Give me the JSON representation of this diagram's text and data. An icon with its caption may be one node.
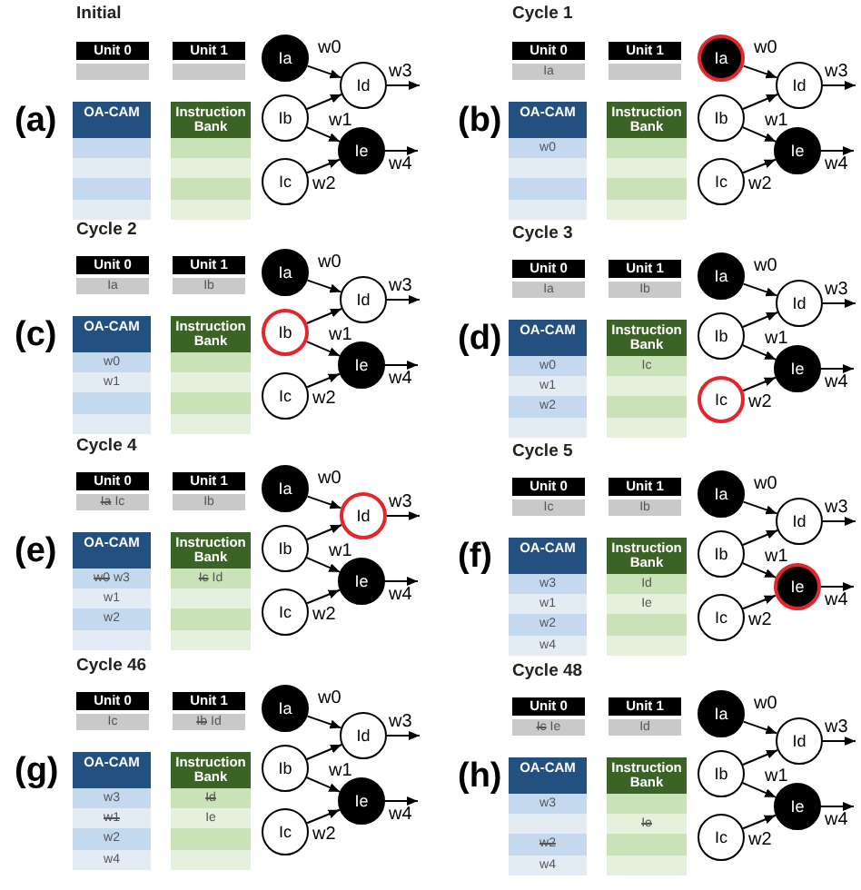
{
  "diagram": {
    "nodes": [
      {
        "text": [
          "Ia"
        ]
      },
      {
        "text": [
          "Ib"
        ]
      },
      {
        "text": [
          "Ic"
        ]
      },
      {
        "text": [
          "Id"
        ]
      },
      {
        "text": [
          "Ie"
        ]
      },
      {
        "text": [
          "Ia"
        ]
      },
      {
        "text": [
          "Ib"
        ]
      },
      {
        "text": [
          "Ic"
        ]
      },
      {
        "text": [
          "Id"
        ]
      },
      {
        "text": [
          "Ie"
        ]
      },
      {
        "text": [
          "Ia"
        ]
      },
      {
        "text": [
          "Ib"
        ]
      },
      {
        "text": [
          "Ic"
        ]
      },
      {
        "text": [
          "Id"
        ]
      },
      {
        "text": [
          "Ie"
        ]
      },
      {
        "text": [
          "Ia"
        ]
      },
      {
        "text": [
          "Ib"
        ]
      },
      {
        "text": [
          "Ic"
        ]
      },
      {
        "text": [
          "Id"
        ]
      },
      {
        "text": [
          "Ie"
        ]
      },
      {
        "text": [
          "Ia"
        ]
      },
      {
        "text": [
          "Ib"
        ]
      },
      {
        "text": [
          "Ic"
        ]
      },
      {
        "text": [
          "Id"
        ]
      },
      {
        "text": [
          "Ie"
        ]
      },
      {
        "text": [
          "Ia"
        ]
      },
      {
        "text": [
          "Ib"
        ]
      },
      {
        "text": [
          "Ic"
        ]
      },
      {
        "text": [
          "Id"
        ]
      },
      {
        "text": [
          "Ie"
        ]
      },
      {
        "text": [
          "Ia"
        ]
      },
      {
        "text": [
          "Ib"
        ]
      },
      {
        "text": [
          "Ic"
        ]
      },
      {
        "text": [
          "Id"
        ]
      },
      {
        "text": [
          "Ie"
        ]
      },
      {
        "text": [
          "Ia"
        ]
      },
      {
        "text": [
          "Ib"
        ]
      },
      {
        "text": [
          "Ic"
        ]
      },
      {
        "text": [
          "Id"
        ]
      },
      {
        "text": [
          "Ie"
        ]
      }
    ],
    "edges": [
      {
        "from": 0,
        "to": 3,
        "arrow": "to",
        "label": "w0"
      },
      {
        "from": 1,
        "to": 3,
        "arrow": "to"
      },
      {
        "from": 1,
        "to": 4,
        "arrow": "to",
        "label": "w1"
      },
      {
        "from": 2,
        "to": 4,
        "arrow": "to",
        "label": "w2"
      },
      {
        "from": 3,
        "to": null,
        "arrow": "to",
        "label": "w3"
      },
      {
        "from": 4,
        "to": null,
        "arrow": "to",
        "label": "w4"
      },
      {
        "from": 5,
        "to": 8,
        "arrow": "to",
        "label": "w0"
      },
      {
        "from": 6,
        "to": 8,
        "arrow": "to"
      },
      {
        "from": 6,
        "to": 9,
        "arrow": "to",
        "label": "w1"
      },
      {
        "from": 7,
        "to": 9,
        "arrow": "to",
        "label": "w2"
      },
      {
        "from": 8,
        "to": null,
        "arrow": "to",
        "label": "w3"
      },
      {
        "from": 9,
        "to": null,
        "arrow": "to",
        "label": "w4"
      },
      {
        "from": 10,
        "to": 13,
        "arrow": "to",
        "label": "w0"
      },
      {
        "from": 11,
        "to": 13,
        "arrow": "to"
      },
      {
        "from": 11,
        "to": 14,
        "arrow": "to",
        "label": "w1"
      },
      {
        "from": 12,
        "to": 14,
        "arrow": "to",
        "label": "w2"
      },
      {
        "from": 13,
        "to": null,
        "arrow": "to",
        "label": "w3"
      },
      {
        "from": 14,
        "to": null,
        "arrow": "to",
        "label": "w4"
      },
      {
        "from": 15,
        "to": 18,
        "arrow": "to",
        "label": "w0"
      },
      {
        "from": 16,
        "to": 18,
        "arrow": "to"
      },
      {
        "from": 16,
        "to": 19,
        "arrow": "to",
        "label": "w1"
      },
      {
        "from": 17,
        "to": 19,
        "arrow": "to",
        "label": "w2"
      },
      {
        "from": 18,
        "to": null,
        "arrow": "to",
        "label": "w3"
      },
      {
        "from": 19,
        "to": null,
        "arrow": "to",
        "label": "w4"
      },
      {
        "from": 20,
        "to": 23,
        "arrow": "to",
        "label": "w0"
      },
      {
        "from": 21,
        "to": 23,
        "arrow": "to"
      },
      {
        "from": 21,
        "to": 24,
        "arrow": "to",
        "label": "w1"
      },
      {
        "from": 22,
        "to": 24,
        "arrow": "to",
        "label": "w2"
      },
      {
        "from": 23,
        "to": null,
        "arrow": "to",
        "label": "w3"
      },
      {
        "from": 24,
        "to": null,
        "arrow": "to",
        "label": "w4"
      },
      {
        "from": 25,
        "to": 28,
        "arrow": "to",
        "label": "w0"
      },
      {
        "from": 26,
        "to": 28,
        "arrow": "to"
      },
      {
        "from": 26,
        "to": 29,
        "arrow": "to",
        "label": "w1"
      },
      {
        "from": 27,
        "to": 29,
        "arrow": "to",
        "label": "w2"
      },
      {
        "from": 28,
        "to": null,
        "arrow": "to",
        "label": "w3"
      },
      {
        "from": 29,
        "to": null,
        "arrow": "to",
        "label": "w4"
      },
      {
        "from": 30,
        "to": 33,
        "arrow": "to",
        "label": "w0"
      },
      {
        "from": 31,
        "to": 33,
        "arrow": "to"
      },
      {
        "from": 31,
        "to": 34,
        "arrow": "to",
        "label": "w1"
      },
      {
        "from": 32,
        "to": 34,
        "arrow": "to",
        "label": "w2"
      },
      {
        "from": 33,
        "to": null,
        "arrow": "to",
        "label": "w3"
      },
      {
        "from": 34,
        "to": null,
        "arrow": "to",
        "label": "w4"
      },
      {
        "from": 35,
        "to": 38,
        "arrow": "to",
        "label": "w0"
      },
      {
        "from": 36,
        "to": 38,
        "arrow": "to"
      },
      {
        "from": 36,
        "to": 39,
        "arrow": "to",
        "label": "w1"
      },
      {
        "from": 37,
        "to": 39,
        "arrow": "to",
        "label": "w2"
      },
      {
        "from": 38,
        "to": null,
        "arrow": "to",
        "label": "w3"
      },
      {
        "from": 39,
        "to": null,
        "arrow": "to",
        "label": "w4"
      }
    ],
    "labels": [
      "Initial",
      "Unit 0",
      "Unit 1",
      "(a)",
      "OA-CAM",
      "Instruction Bank",
      "Cycle 1",
      "Unit 0",
      "Unit 1",
      "Ia",
      "(b)",
      "OA-CAM",
      "Instruction Bank",
      "w0",
      "Cycle 2",
      "Unit 0",
      "Unit 1",
      "Ia",
      "Ib",
      "(c)",
      "OA-CAM",
      "Instruction Bank",
      "w0",
      "w1",
      "Cycle 3",
      "Unit 0",
      "Unit 1",
      "Ia",
      "Ib",
      "(d)",
      "OA-CAM",
      "Instruction Bank",
      "w0",
      "Ic",
      "w1",
      "w2",
      "Cycle 4",
      "Unit 0",
      "Unit 1",
      "Ia",
      "Ic",
      "Ib",
      "(e)",
      "OA-CAM",
      "Instruction Bank",
      "w0",
      "w3",
      "Ic",
      "Id",
      "w1",
      "w2",
      "Cycle 5",
      "Unit 0",
      "Unit 1",
      "Ic",
      "Ib",
      "(f)",
      "OA-CAM",
      "Instruction Bank",
      "w3",
      "Id",
      "w1",
      "Ie",
      "w2",
      "w4",
      "Cycle 46",
      "Unit 0",
      "Unit 1",
      "Ic",
      "Ib",
      "Id",
      "(g)",
      "OA-CAM",
      "Instruction Bank",
      "w3",
      "Id",
      "w1",
      "Ie",
      "w2",
      "w4",
      "Cycle 48",
      "Unit 0",
      "Unit 1",
      "Ic",
      "Ie",
      "Id",
      "(h)",
      "OA-CAM",
      "Instruction Bank",
      "w3",
      "Ie",
      "w2",
      "w4"
    ]
  }
}
